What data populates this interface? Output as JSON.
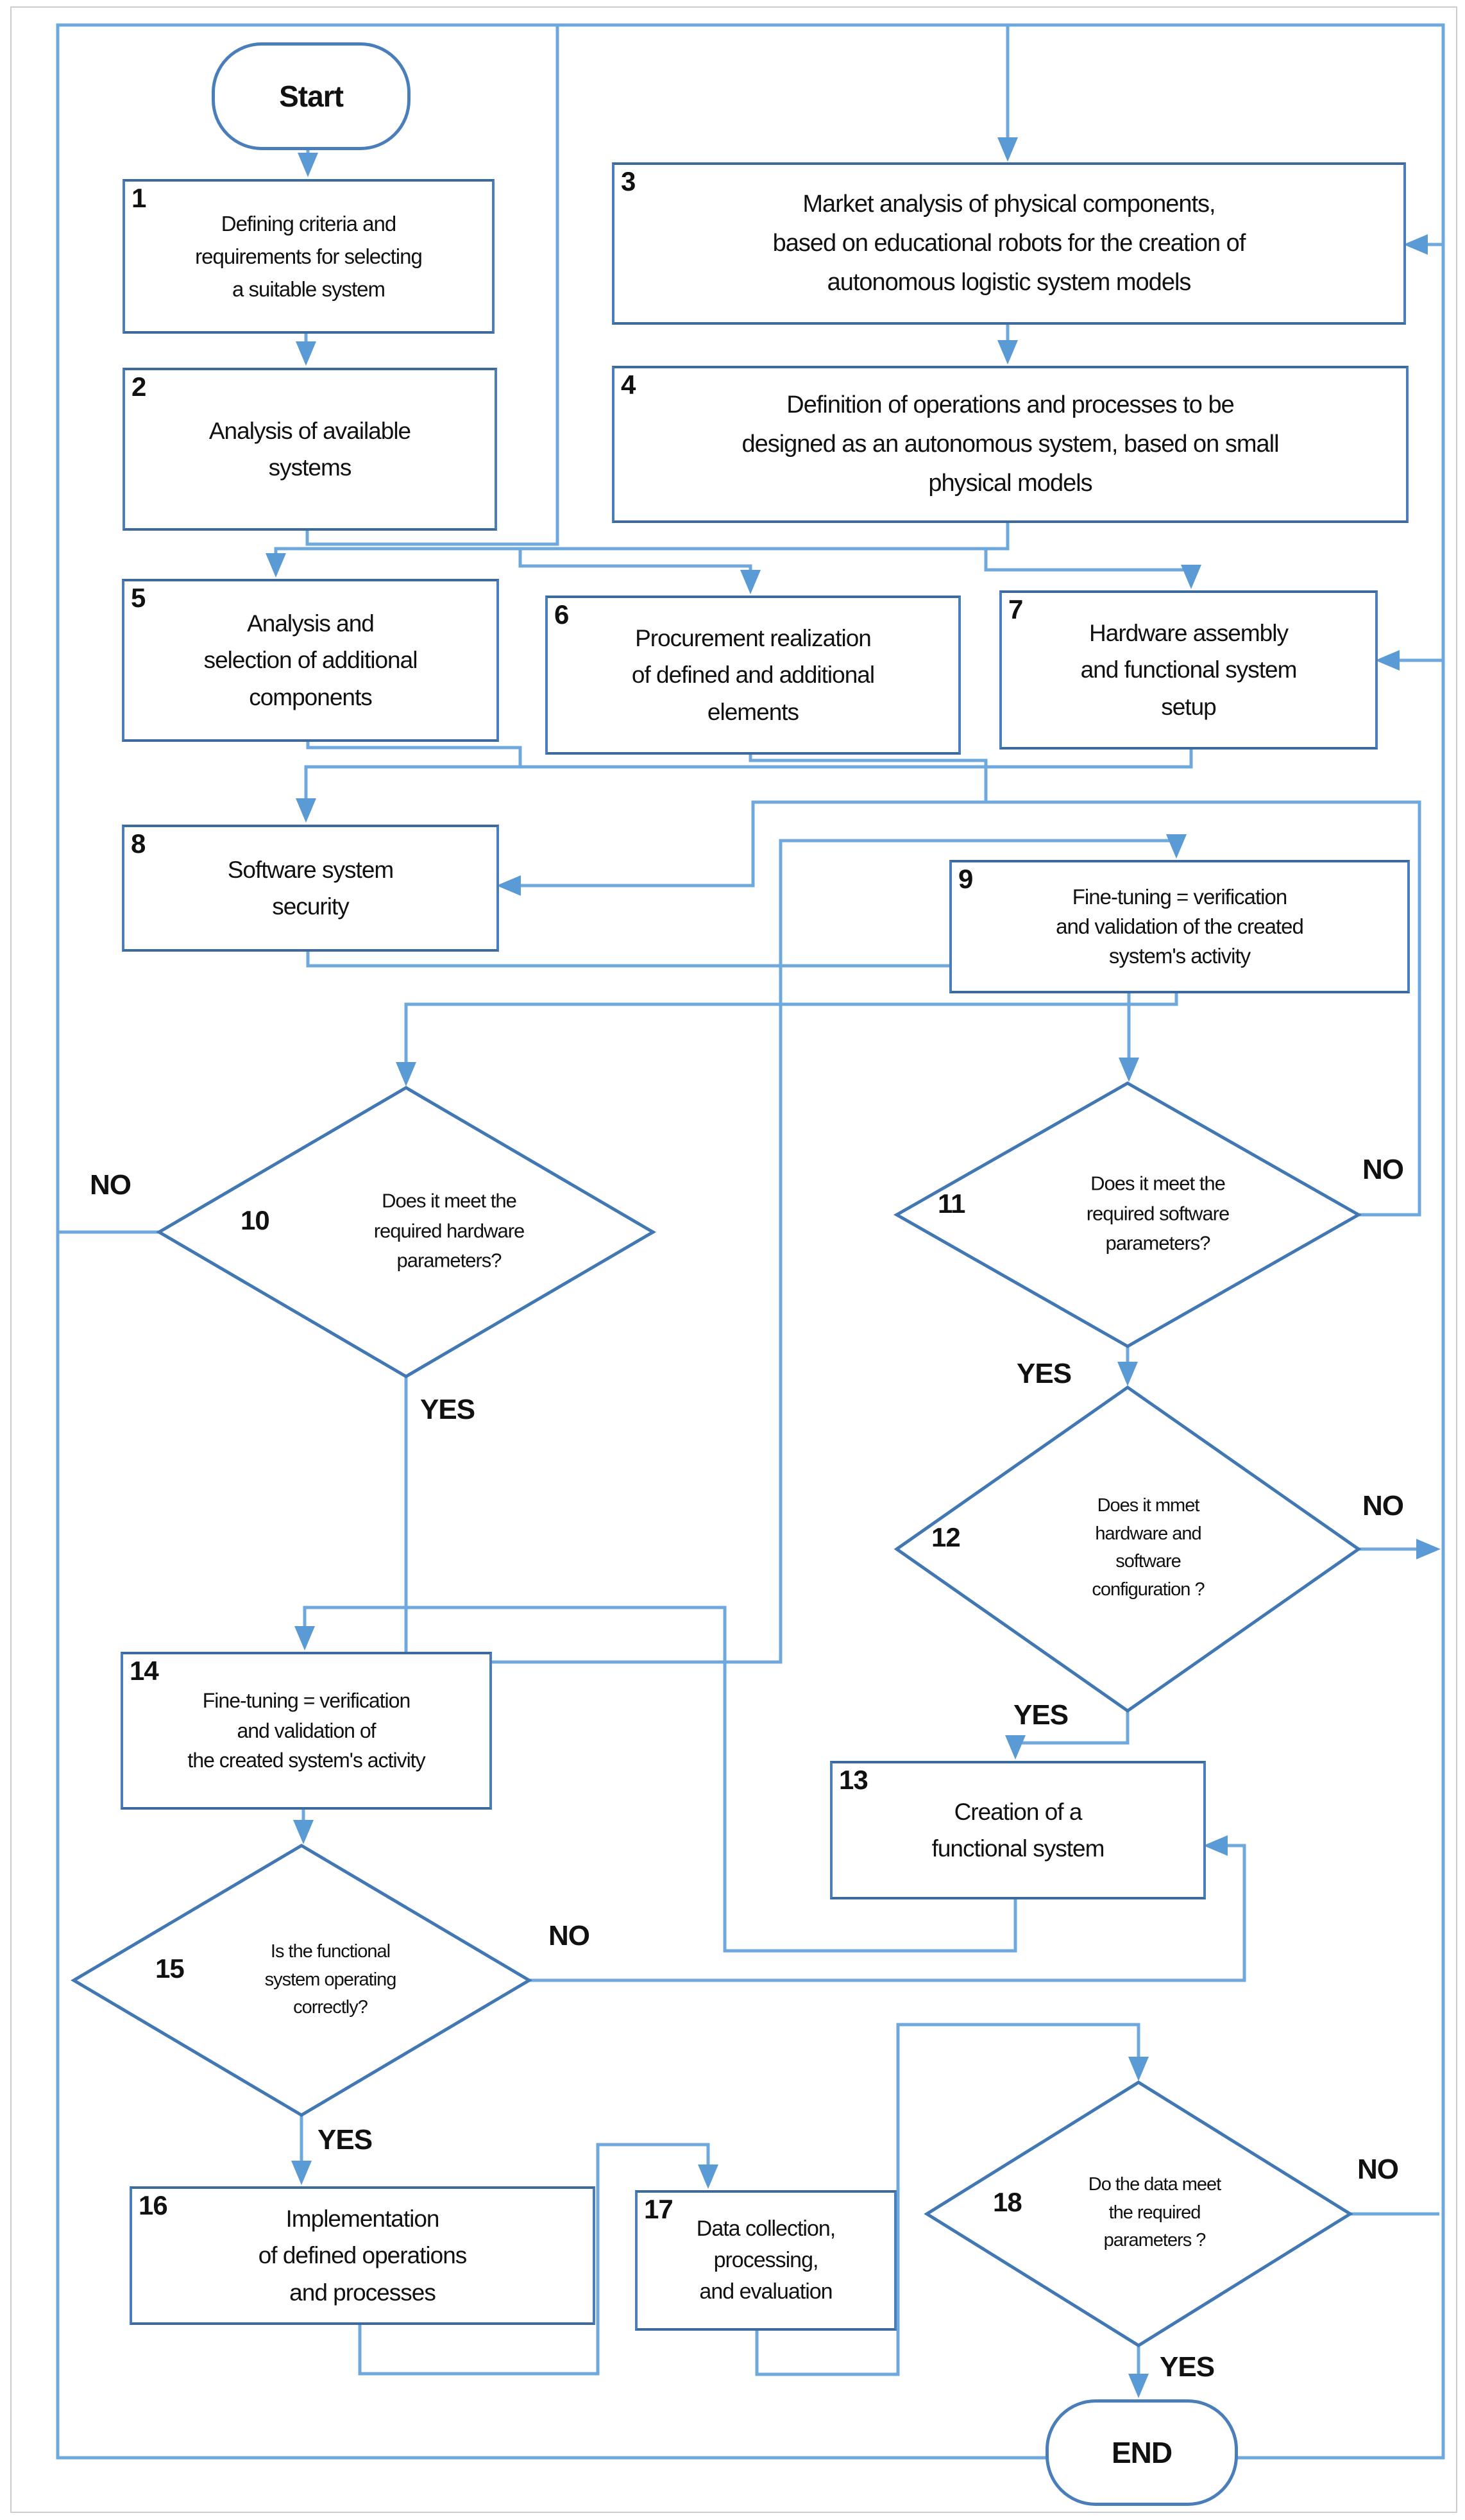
{
  "flow": {
    "start": "Start",
    "end": "END",
    "labels": {
      "yes": "YES",
      "no": "NO"
    },
    "colors": {
      "shape_border": "#4a7ebb",
      "connector": "#6fa8dc",
      "arrowhead": "#5b9bd5",
      "text": "#111111"
    },
    "steps": {
      "s1": {
        "num": "1",
        "text": "Defining criteria and\nrequirements for selecting\na suitable system"
      },
      "s2": {
        "num": "2",
        "text": "Analysis of available\nsystems"
      },
      "s3": {
        "num": "3",
        "text": "Market analysis of physical components,\nbased on educational robots for the creation of\nautonomous logistic system models"
      },
      "s4": {
        "num": "4",
        "text": "Definition of operations and processes to be\ndesigned as an autonomous system, based on small\nphysical models"
      },
      "s5": {
        "num": "5",
        "text": "Analysis and\nselection of additional\ncomponents"
      },
      "s6": {
        "num": "6",
        "text": "Procurement realization\nof defined and additional\nelements"
      },
      "s7": {
        "num": "7",
        "text": "Hardware assembly\nand functional system\nsetup"
      },
      "s8": {
        "num": "8",
        "text": "Software system\nsecurity"
      },
      "s9": {
        "num": "9",
        "text": "Fine-tuning = verification\nand validation of the created\nsystem's activity"
      },
      "s10": {
        "num": "10",
        "text": "Does it meet the\nrequired hardware\nparameters?"
      },
      "s11": {
        "num": "11",
        "text": "Does it meet the\nrequired software\nparameters?"
      },
      "s12": {
        "num": "12",
        "text": "Does it mmet\nhardware and\nsoftware\nconfiguration ?"
      },
      "s13": {
        "num": "13",
        "text": "Creation of a\nfunctional system"
      },
      "s14": {
        "num": "14",
        "text": "Fine-tuning = verification\nand validation of\nthe created system's activity"
      },
      "s15": {
        "num": "15",
        "text": "Is the functional\nsystem operating\ncorrectly?"
      },
      "s16": {
        "num": "16",
        "text": "Implementation\nof defined operations\nand processes"
      },
      "s17": {
        "num": "17",
        "text": "Data collection,\nprocessing,\nand evaluation"
      },
      "s18": {
        "num": "18",
        "text": "Do the data meet\nthe required\nparameters ?"
      }
    }
  }
}
